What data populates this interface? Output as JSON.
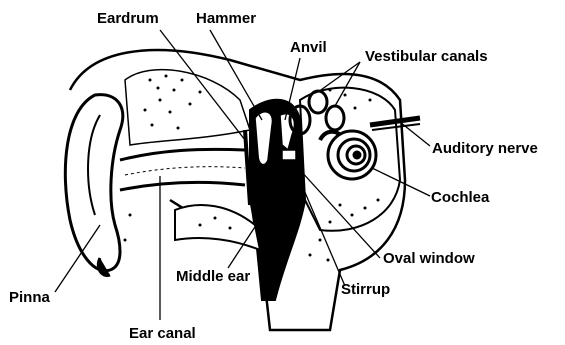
{
  "labels": {
    "eardrum": "Eardrum",
    "hammer": "Hammer",
    "anvil": "Anvil",
    "vestibular_canals": "Vestibular canals",
    "auditory_nerve": "Auditory nerve",
    "cochlea": "Cochlea",
    "oval_window": "Oval window",
    "stirrup": "Stirrup",
    "middle_ear": "Middle ear",
    "pinna": "Pinna",
    "ear_canal": "Ear canal"
  },
  "colors": {
    "ink": "#000000",
    "paper": "#ffffff"
  }
}
